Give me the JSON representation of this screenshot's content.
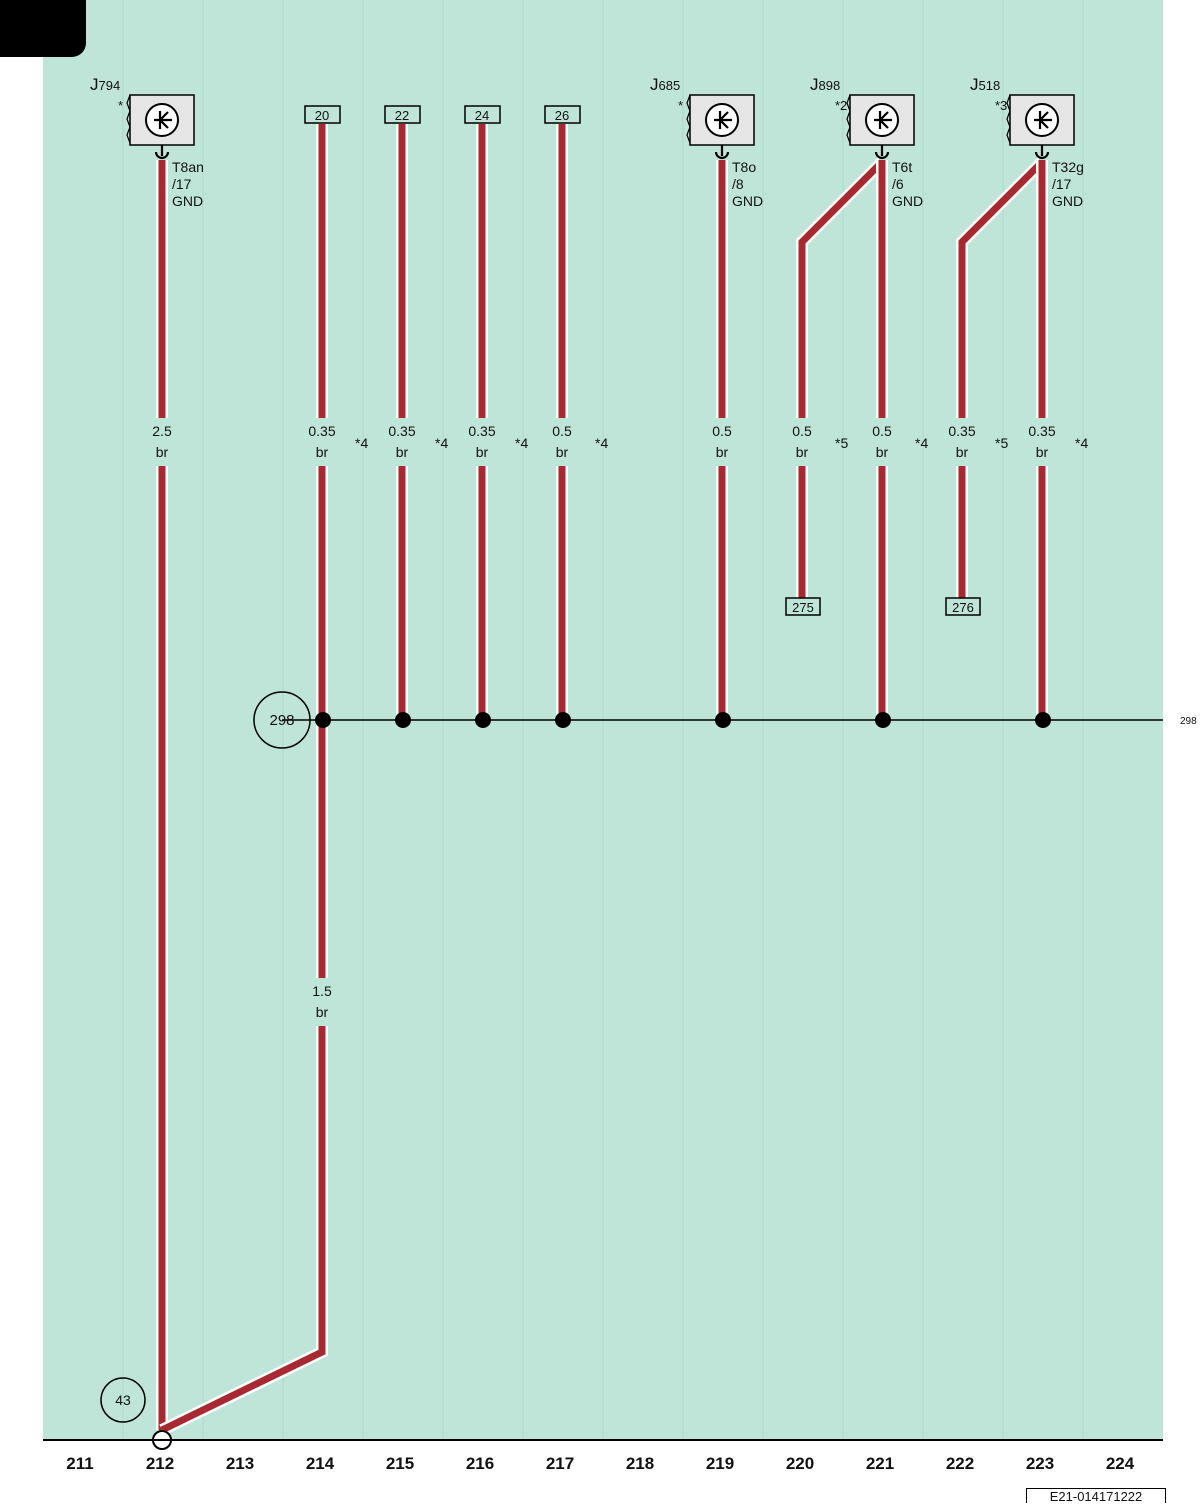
{
  "colors": {
    "background": "#bfe5d9",
    "wire": "#a82a30",
    "wire_outline": "#ffffff",
    "line": "#000000",
    "grid": "#aed8cb"
  },
  "doc_id": "E21-014171222",
  "columns": [
    "211",
    "212",
    "213",
    "214",
    "215",
    "216",
    "217",
    "218",
    "219",
    "220",
    "221",
    "222",
    "223",
    "224"
  ],
  "components": [
    {
      "id": "J794",
      "prefix": "J",
      "number": "794",
      "note": "*",
      "pin": [
        "T8an",
        "/17",
        "GND"
      ]
    },
    {
      "id": "J685",
      "prefix": "J",
      "number": "685",
      "note": "*",
      "pin": [
        "T8o",
        "/8",
        "GND"
      ]
    },
    {
      "id": "J898",
      "prefix": "J",
      "number": "898",
      "note": "*2",
      "pin": [
        "T6t",
        "/6",
        "GND"
      ]
    },
    {
      "id": "J518",
      "prefix": "J",
      "number": "518",
      "note": "*3",
      "pin": [
        "T32g",
        "/17",
        "GND"
      ]
    }
  ],
  "connectors_top": [
    "20",
    "22",
    "24",
    "26"
  ],
  "connectors_bottom": [
    "275",
    "276"
  ],
  "wires": [
    {
      "col": "212",
      "size": "2.5",
      "color": "br",
      "note": ""
    },
    {
      "col": "214",
      "size": "0.35",
      "color": "br",
      "note": "*4"
    },
    {
      "col": "215",
      "size": "0.35",
      "color": "br",
      "note": "*4"
    },
    {
      "col": "216",
      "size": "0.35",
      "color": "br",
      "note": "*4"
    },
    {
      "col": "217",
      "size": "0.5",
      "color": "br",
      "note": "*4"
    },
    {
      "col": "219",
      "size": "0.5",
      "color": "br",
      "note": ""
    },
    {
      "col": "220",
      "size": "0.5",
      "color": "br",
      "note": "*5"
    },
    {
      "col": "221",
      "size": "0.5",
      "color": "br",
      "note": "*4"
    },
    {
      "col": "222",
      "size": "0.35",
      "color": "br",
      "note": "*5"
    },
    {
      "col": "223",
      "size": "0.35",
      "color": "br",
      "note": "*4"
    },
    {
      "col": "214b",
      "size": "1.5",
      "color": "br",
      "note": ""
    }
  ],
  "ground_points": [
    "298",
    "43"
  ],
  "continuation_label": "298"
}
